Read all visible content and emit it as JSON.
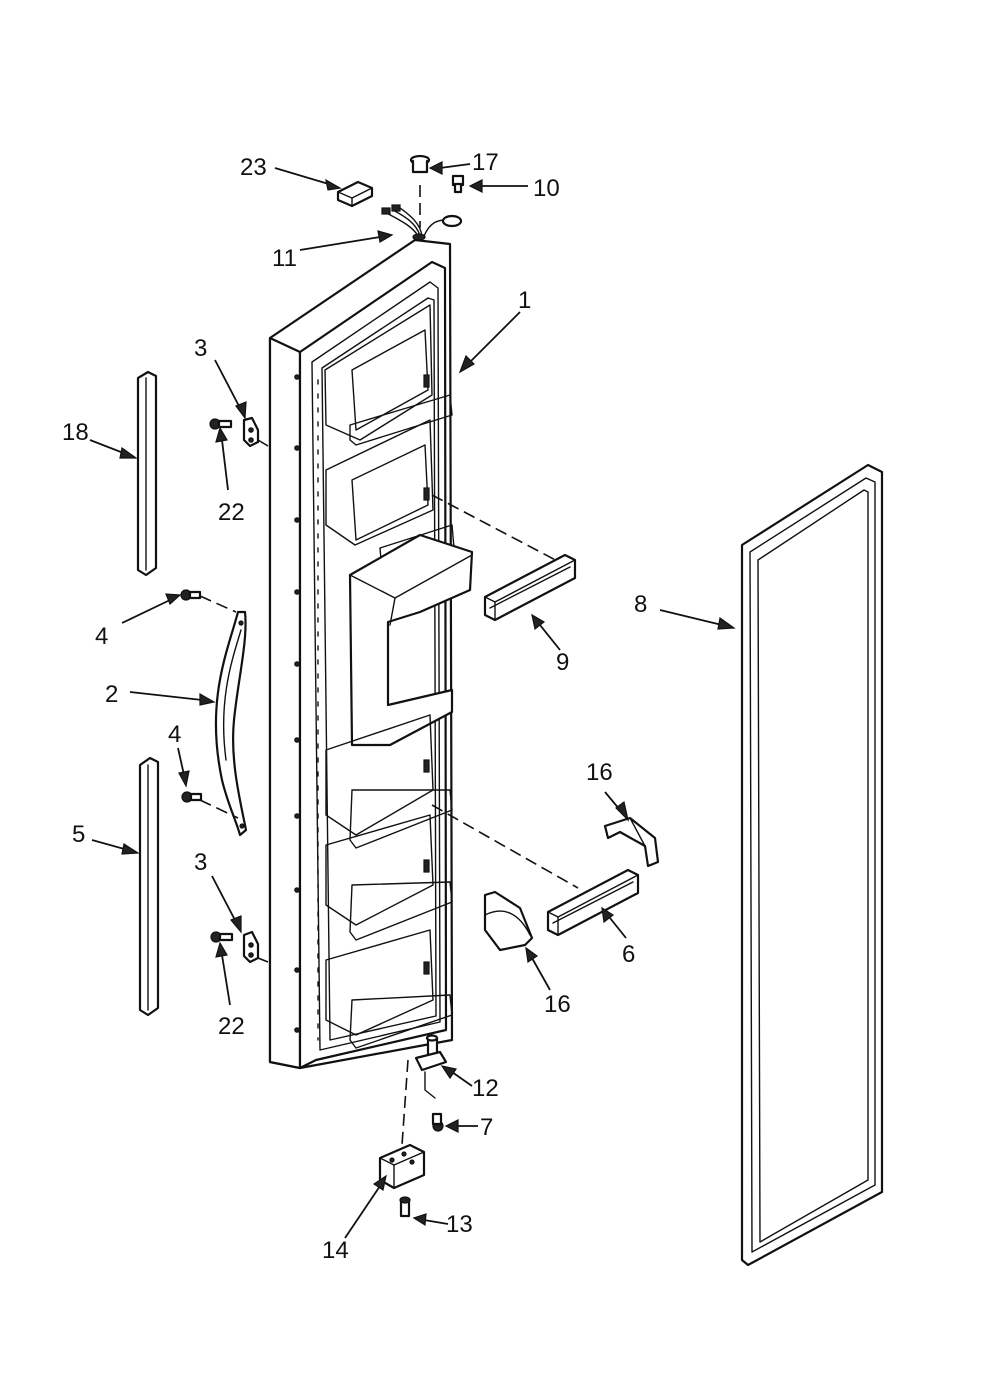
{
  "diagram": {
    "callouts": [
      {
        "id": "c23",
        "label": "23"
      },
      {
        "id": "c17",
        "label": "17"
      },
      {
        "id": "c10",
        "label": "10"
      },
      {
        "id": "c11",
        "label": "11"
      },
      {
        "id": "c1",
        "label": "1"
      },
      {
        "id": "c3a",
        "label": "3"
      },
      {
        "id": "c18",
        "label": "18"
      },
      {
        "id": "c22a",
        "label": "22"
      },
      {
        "id": "c4a",
        "label": "4"
      },
      {
        "id": "c2",
        "label": "2"
      },
      {
        "id": "c4b",
        "label": "4"
      },
      {
        "id": "c5",
        "label": "5"
      },
      {
        "id": "c3b",
        "label": "3"
      },
      {
        "id": "c22b",
        "label": "22"
      },
      {
        "id": "c9",
        "label": "9"
      },
      {
        "id": "c8",
        "label": "8"
      },
      {
        "id": "c16a",
        "label": "16"
      },
      {
        "id": "c6",
        "label": "6"
      },
      {
        "id": "c16b",
        "label": "16"
      },
      {
        "id": "c12",
        "label": "12"
      },
      {
        "id": "c7",
        "label": "7"
      },
      {
        "id": "c13",
        "label": "13"
      },
      {
        "id": "c14",
        "label": "14"
      }
    ]
  }
}
